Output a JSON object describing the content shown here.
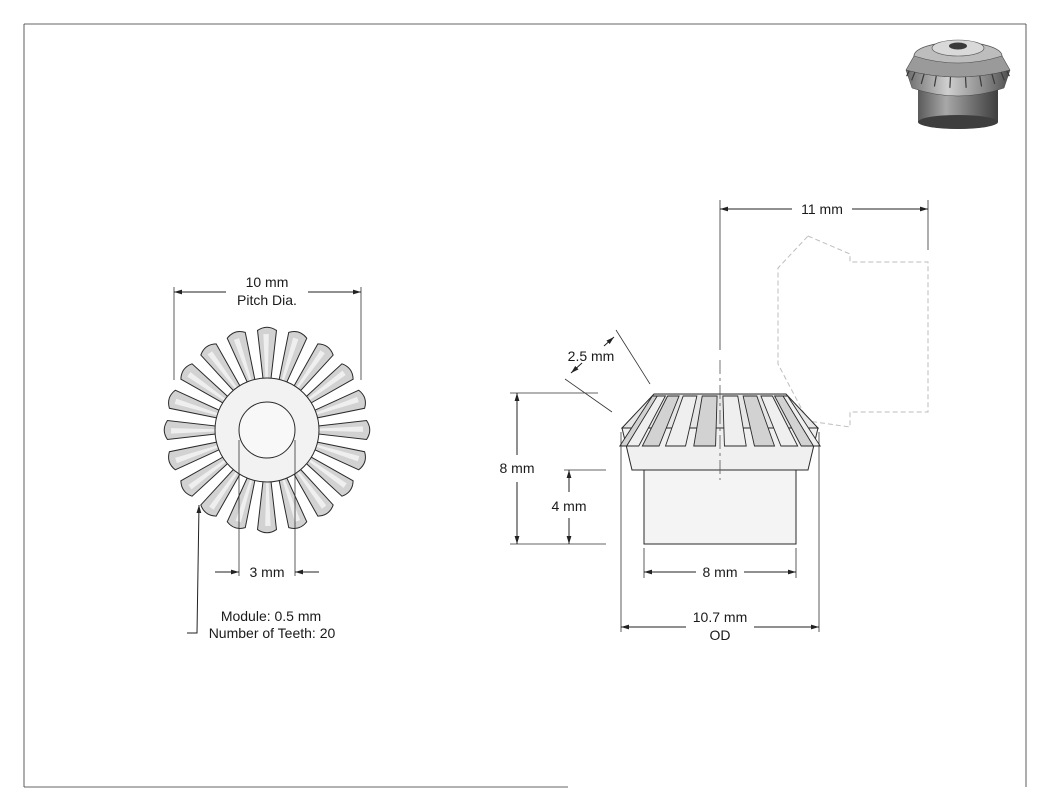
{
  "front_view": {
    "pitch_dia_value": "10 mm",
    "pitch_dia_label": "Pitch Dia.",
    "bore_value": "3 mm",
    "module_label": "Module: 0.5 mm",
    "teeth_label": "Number of Teeth: 20"
  },
  "side_view": {
    "length_value": "11 mm",
    "tooth_face_value": "2.5 mm",
    "height_value": "8 mm",
    "hub_height_value": "4 mm",
    "hub_dia_value": "8 mm",
    "od_value": "10.7 mm",
    "od_label": "OD"
  },
  "gear": {
    "teeth": 20,
    "colors": {
      "tooth_light": "#efefef",
      "tooth_mid": "#d2d2d2",
      "tooth_dark": "#a9a9a9",
      "hub": "#f4f4f4",
      "stroke": "#2a2a2a",
      "iso_body": "#8c8c8c"
    }
  }
}
